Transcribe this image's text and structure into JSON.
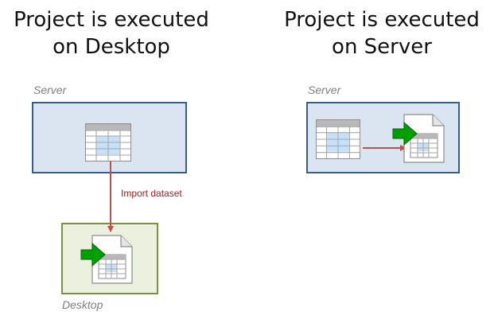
{
  "left": {
    "title_line1": "Project is executed",
    "title_line2": "on Desktop",
    "server_label": "Server",
    "desktop_label": "Desktop",
    "arrow_label": "Import dataset"
  },
  "right": {
    "title_line1": "Project is executed",
    "title_line2": "on Server",
    "server_label": "Server"
  },
  "colors": {
    "server_fill": "#dbe5f1",
    "server_border": "#385d8a",
    "desktop_fill": "#ebf1de",
    "desktop_border": "#77933c",
    "arrow": "#c0504d",
    "import_arrow": "#00a000"
  },
  "icons": {
    "dataset": "table-grid-icon",
    "import": "import-document-icon"
  }
}
